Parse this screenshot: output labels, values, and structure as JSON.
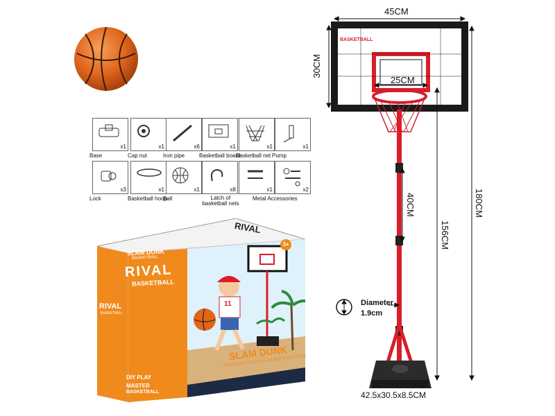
{
  "dimensions": {
    "board_width": "45CM",
    "board_height": "30CM",
    "hoop_diameter": "25CM",
    "total_height": "180CM",
    "pole_height": "156CM",
    "upper_segment": "40CM",
    "pole_diameter_label": "Diameter",
    "pole_diameter_value": "1.9cm",
    "base_size": "42.5x30.5x8.5CM"
  },
  "board": {
    "brand_text": "BASKETBALL"
  },
  "parts": [
    {
      "name": "Base",
      "qty": "x1",
      "icon": "base-icon"
    },
    {
      "name": "Cap nut",
      "qty": "x1",
      "icon": "cap-nut-icon"
    },
    {
      "name": "Iron pipe",
      "qty": "x6",
      "icon": "iron-pipe-icon"
    },
    {
      "name": "Basketball board",
      "qty": "x1",
      "icon": "board-icon"
    },
    {
      "name": "Basketball net",
      "qty": "x1",
      "icon": "net-icon"
    },
    {
      "name": "Pump",
      "qty": "x1",
      "icon": "pump-icon"
    },
    {
      "name": "Lock",
      "qty": "x3",
      "icon": "lock-icon"
    },
    {
      "name": "Basketball hoop",
      "qty": "x1",
      "icon": "hoop-icon"
    },
    {
      "name": "Ball",
      "qty": "x1",
      "icon": "ball-icon"
    },
    {
      "name": "Latch of basketball nets",
      "qty": "x8",
      "icon": "latch-icon"
    },
    {
      "name": "Metal Accessories",
      "qty": "x1",
      "icon": "wrench-icon"
    },
    {
      "name": "",
      "qty": "x2",
      "icon": "screws-icon"
    }
  ],
  "package": {
    "brand": "RIVAL",
    "brand_sub": "BASKETBALL",
    "top_brand": "RIVAL",
    "tagline_top": "SLAM DUNK",
    "tagline_top_sub": "BASKETBALL",
    "side_brand": "RIVAL",
    "side_sub": "BASKETBALL",
    "diy": "DIY PLAY",
    "master": "MASTER",
    "master_sub": "BASKETBALL",
    "front_title": "SLAM DUNK",
    "front_sub": "POPULAR PORTABLE BASKETBALL RACK",
    "age_badge": "3+",
    "jersey": "11"
  },
  "colors": {
    "orange": "#f08a1c",
    "red": "#d81e2a",
    "ball": "#e0661c",
    "board_frame": "#1a1a1a"
  }
}
